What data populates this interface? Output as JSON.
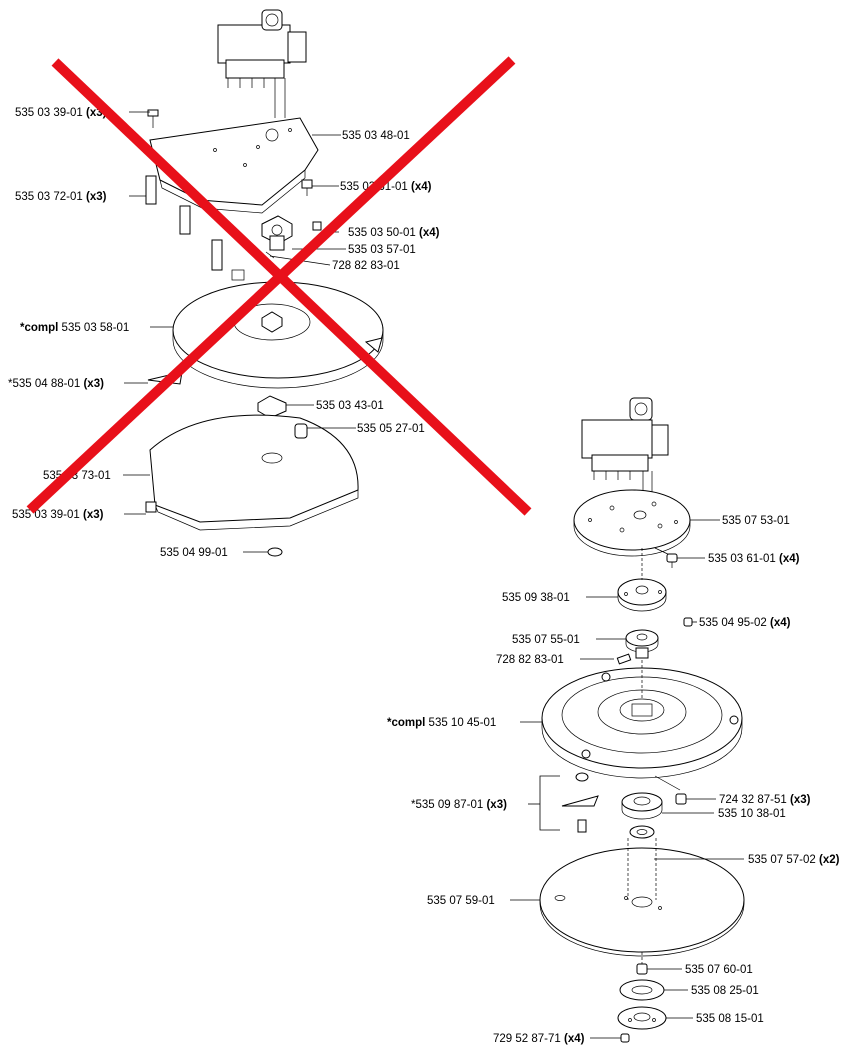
{
  "obsolete_assembly": {
    "labels": [
      {
        "part_no": "535 03 39-01",
        "qty": "(x3)",
        "prefix": ""
      },
      {
        "part_no": "535 03 48-01",
        "qty": "",
        "prefix": ""
      },
      {
        "part_no": "535 03 72-01",
        "qty": "(x3)",
        "prefix": ""
      },
      {
        "part_no": "535 03 61-01",
        "qty": "(x4)",
        "prefix": ""
      },
      {
        "part_no": "535 03 50-01",
        "qty": "(x4)",
        "prefix": ""
      },
      {
        "part_no": "535 03 57-01",
        "qty": "",
        "prefix": ""
      },
      {
        "part_no": "728 82 83-01",
        "qty": "",
        "prefix": ""
      },
      {
        "part_no": "535 03 58-01",
        "qty": "",
        "prefix": "*compl"
      },
      {
        "part_no": "*535 04 88-01",
        "qty": "(x3)",
        "prefix": ""
      },
      {
        "part_no": "535 03 43-01",
        "qty": "",
        "prefix": ""
      },
      {
        "part_no": "535 05 27-01",
        "qty": "",
        "prefix": ""
      },
      {
        "part_no": "535 03 73-01",
        "qty": "",
        "prefix": ""
      },
      {
        "part_no": "535 03 39-01",
        "qty": "(x3)",
        "prefix": ""
      },
      {
        "part_no": "535 04 99-01",
        "qty": "",
        "prefix": ""
      }
    ],
    "cross_color": "#e8101a"
  },
  "current_assembly": {
    "labels": [
      {
        "part_no": "535 07 53-01",
        "qty": "",
        "prefix": ""
      },
      {
        "part_no": "535 03 61-01",
        "qty": "(x4)",
        "prefix": ""
      },
      {
        "part_no": "535 09 38-01",
        "qty": "",
        "prefix": ""
      },
      {
        "part_no": "535 04 95-02",
        "qty": "(x4)",
        "prefix": ""
      },
      {
        "part_no": "535 07 55-01",
        "qty": "",
        "prefix": ""
      },
      {
        "part_no": "728 82 83-01",
        "qty": "",
        "prefix": ""
      },
      {
        "part_no": "535 10 45-01",
        "qty": "",
        "prefix": "*compl"
      },
      {
        "part_no": "724 32 87-51",
        "qty": "(x3)",
        "prefix": ""
      },
      {
        "part_no": "*535 09 87-01",
        "qty": "(x3)",
        "prefix": ""
      },
      {
        "part_no": "535 10 38-01",
        "qty": "",
        "prefix": ""
      },
      {
        "part_no": "535 07 57-02",
        "qty": "(x2)",
        "prefix": ""
      },
      {
        "part_no": "535 07 59-01",
        "qty": "",
        "prefix": ""
      },
      {
        "part_no": "535 07 60-01",
        "qty": "",
        "prefix": ""
      },
      {
        "part_no": "535 08 25-01",
        "qty": "",
        "prefix": ""
      },
      {
        "part_no": "535 08 15-01",
        "qty": "",
        "prefix": ""
      },
      {
        "part_no": "729 52 87-71",
        "qty": "(x4)",
        "prefix": ""
      }
    ]
  }
}
